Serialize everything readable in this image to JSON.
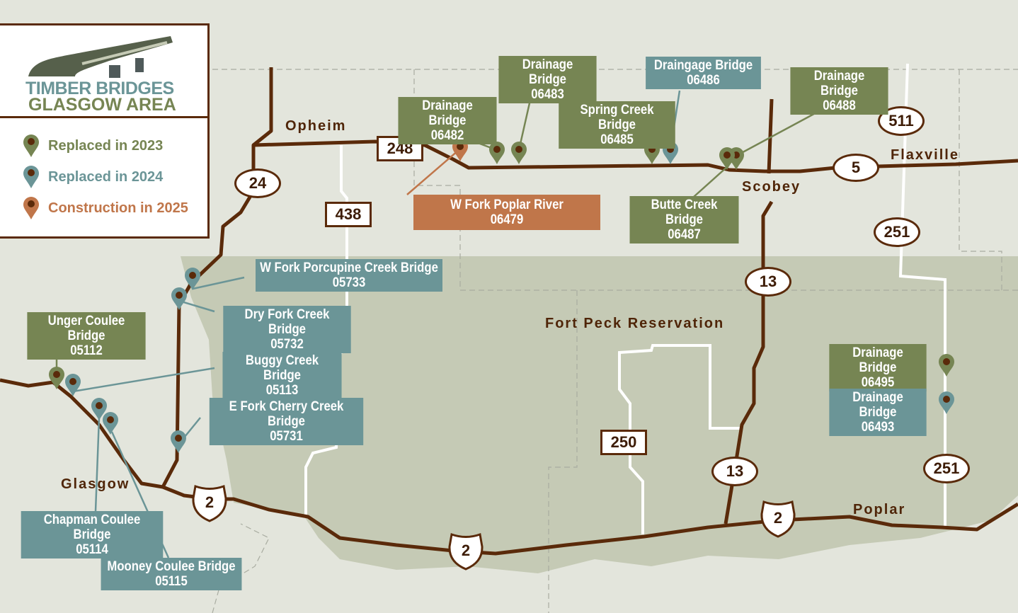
{
  "legend": {
    "title_line1": "TIMBER BRIDGES",
    "title_line2": "GLASGOW AREA",
    "items": [
      {
        "label": "Replaced in 2023",
        "color": "#768553"
      },
      {
        "label": "Replaced in 2024",
        "color": "#6b9597"
      },
      {
        "label": "Construction in 2025",
        "color": "#c0764a"
      }
    ]
  },
  "towns": {
    "opheim": "Opheim",
    "scobey": "Scobey",
    "flaxville": "Flaxville",
    "glasgow": "Glasgow",
    "poplar": "Poplar",
    "reservation": "Fort Peck Reservation"
  },
  "highways": {
    "h24": "24",
    "h248": "248",
    "h438": "438",
    "h511": "511",
    "h5": "5",
    "h251a": "251",
    "h251b": "251",
    "h13a": "13",
    "h13b": "13",
    "h250": "250",
    "us2a": "2",
    "us2b": "2",
    "us2c": "2"
  },
  "bridges": [
    {
      "name": "Drainage Bridge",
      "id": "06482",
      "status": "2023"
    },
    {
      "name": "Drainage Bridge",
      "id": "06483",
      "status": "2023"
    },
    {
      "name": "Draingage Bridge",
      "id": "06486",
      "status": "2024"
    },
    {
      "name": "Spring Creek Bridge",
      "id": "06485",
      "status": "2023"
    },
    {
      "name": "Drainage Bridge",
      "id": "06488",
      "status": "2023"
    },
    {
      "name": "W Fork Poplar River",
      "id": "06479",
      "status": "2025"
    },
    {
      "name": "Butte Creek Bridge",
      "id": "06487",
      "status": "2023"
    },
    {
      "name": "W Fork Porcupine Creek Bridge",
      "id": "05733",
      "status": "2024"
    },
    {
      "name": "Dry Fork Creek Bridge",
      "id": "05732",
      "status": "2024"
    },
    {
      "name": "Unger Coulee Bridge",
      "id": "05112",
      "status": "2023"
    },
    {
      "name": "Buggy Creek Bridge",
      "id": "05113",
      "status": "2024"
    },
    {
      "name": "E Fork Cherry Creek Bridge",
      "id": "05731",
      "status": "2024"
    },
    {
      "name": "Chapman Coulee Bridge",
      "id": "05114",
      "status": "2024"
    },
    {
      "name": "Mooney Coulee Bridge",
      "id": "05115",
      "status": "2024"
    },
    {
      "name": "Drainage Bridge",
      "id": "06495",
      "status": "2023"
    },
    {
      "name": "Drainage Bridge",
      "id": "06493",
      "status": "2024"
    }
  ]
}
